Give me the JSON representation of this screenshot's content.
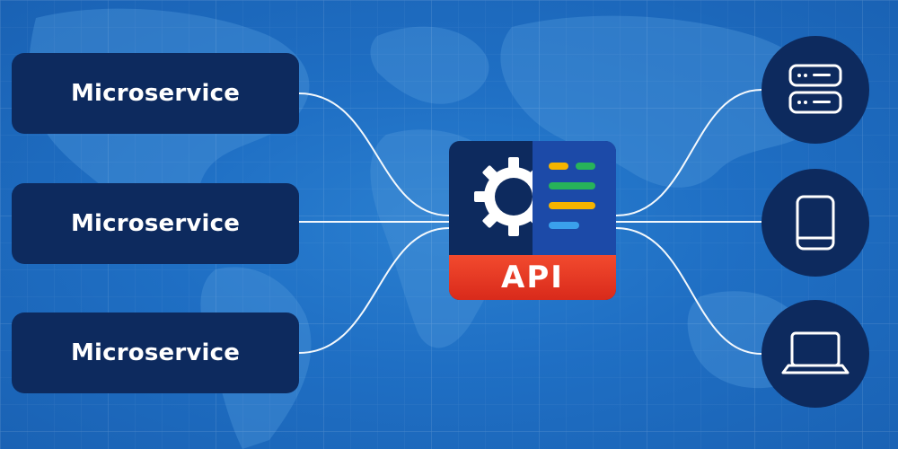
{
  "microservices": [
    {
      "label": "Microservice"
    },
    {
      "label": "Microservice"
    },
    {
      "label": "Microservice"
    }
  ],
  "api": {
    "label": "API",
    "icon": "gear-document-icon",
    "colors": {
      "panel": "#0d2a5e",
      "document": "#1c4aa8",
      "banner": "#e8361f",
      "line_yellow": "#f5b400",
      "line_green": "#27b35a",
      "line_blue": "#3aa0ec"
    }
  },
  "clients": [
    {
      "icon": "server-icon"
    },
    {
      "icon": "tablet-icon"
    },
    {
      "icon": "laptop-icon"
    }
  ],
  "colors": {
    "background": "#1f6fc4",
    "node": "#0d2a5e",
    "connector": "#ffffff"
  }
}
